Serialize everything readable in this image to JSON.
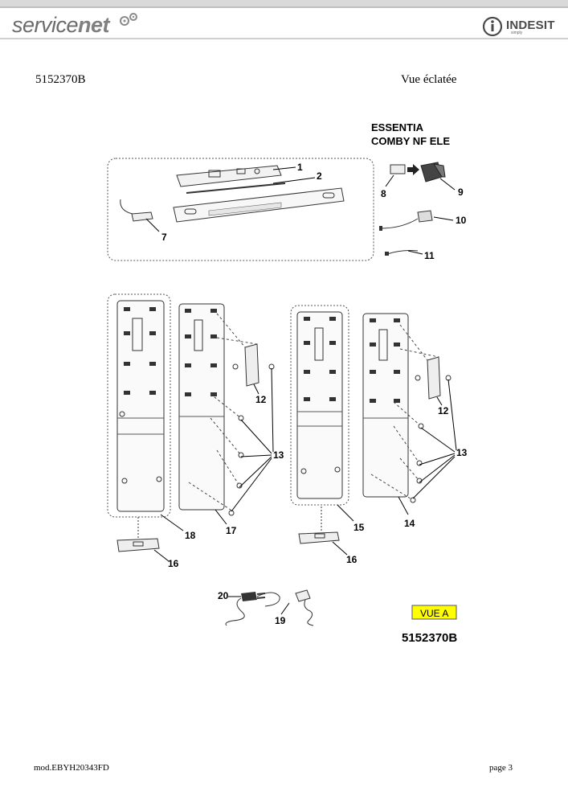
{
  "header": {
    "logo_left_a": "service",
    "logo_left_b": "net",
    "brand_name": "INDESIT",
    "brand_tagline": "simply"
  },
  "document": {
    "code": "5152370B",
    "view_title": "Vue éclatée"
  },
  "diagram": {
    "model_line1": "ESSENTIA",
    "model_line2": "COMBY NF ELE",
    "view_label": "VUE A",
    "drawing_code": "5152370B",
    "part_labels": {
      "p1": "1",
      "p2": "2",
      "p7": "7",
      "p8": "8",
      "p9": "9",
      "p10": "10",
      "p11": "11",
      "p12a": "12",
      "p12b": "12",
      "p13a": "13",
      "p13b": "13",
      "p14": "14",
      "p15": "15",
      "p16a": "16",
      "p16b": "16",
      "p17": "17",
      "p18": "18",
      "p19": "19",
      "p20": "20"
    }
  },
  "footer": {
    "mod": "mod.EBYH20343FD",
    "page": "page 3"
  },
  "colors": {
    "header_gray": "#7f7f7f",
    "label_yellow": "#ffff00"
  }
}
